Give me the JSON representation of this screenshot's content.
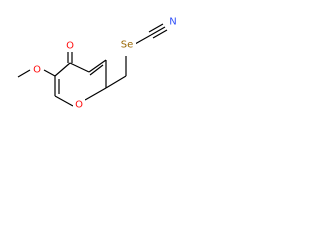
{
  "atoms": {
    "carbonyl_oxygen": {
      "text": "O",
      "color": "#ff0d0d"
    },
    "methoxy_oxygen": {
      "text": "O",
      "color": "#ff0d0d"
    },
    "ring_oxygen": {
      "text": "O",
      "color": "#ff0d0d"
    },
    "selenium": {
      "text": "Se",
      "color": "#996600"
    },
    "nitrogen": {
      "text": "N",
      "color": "#3050f8"
    }
  }
}
